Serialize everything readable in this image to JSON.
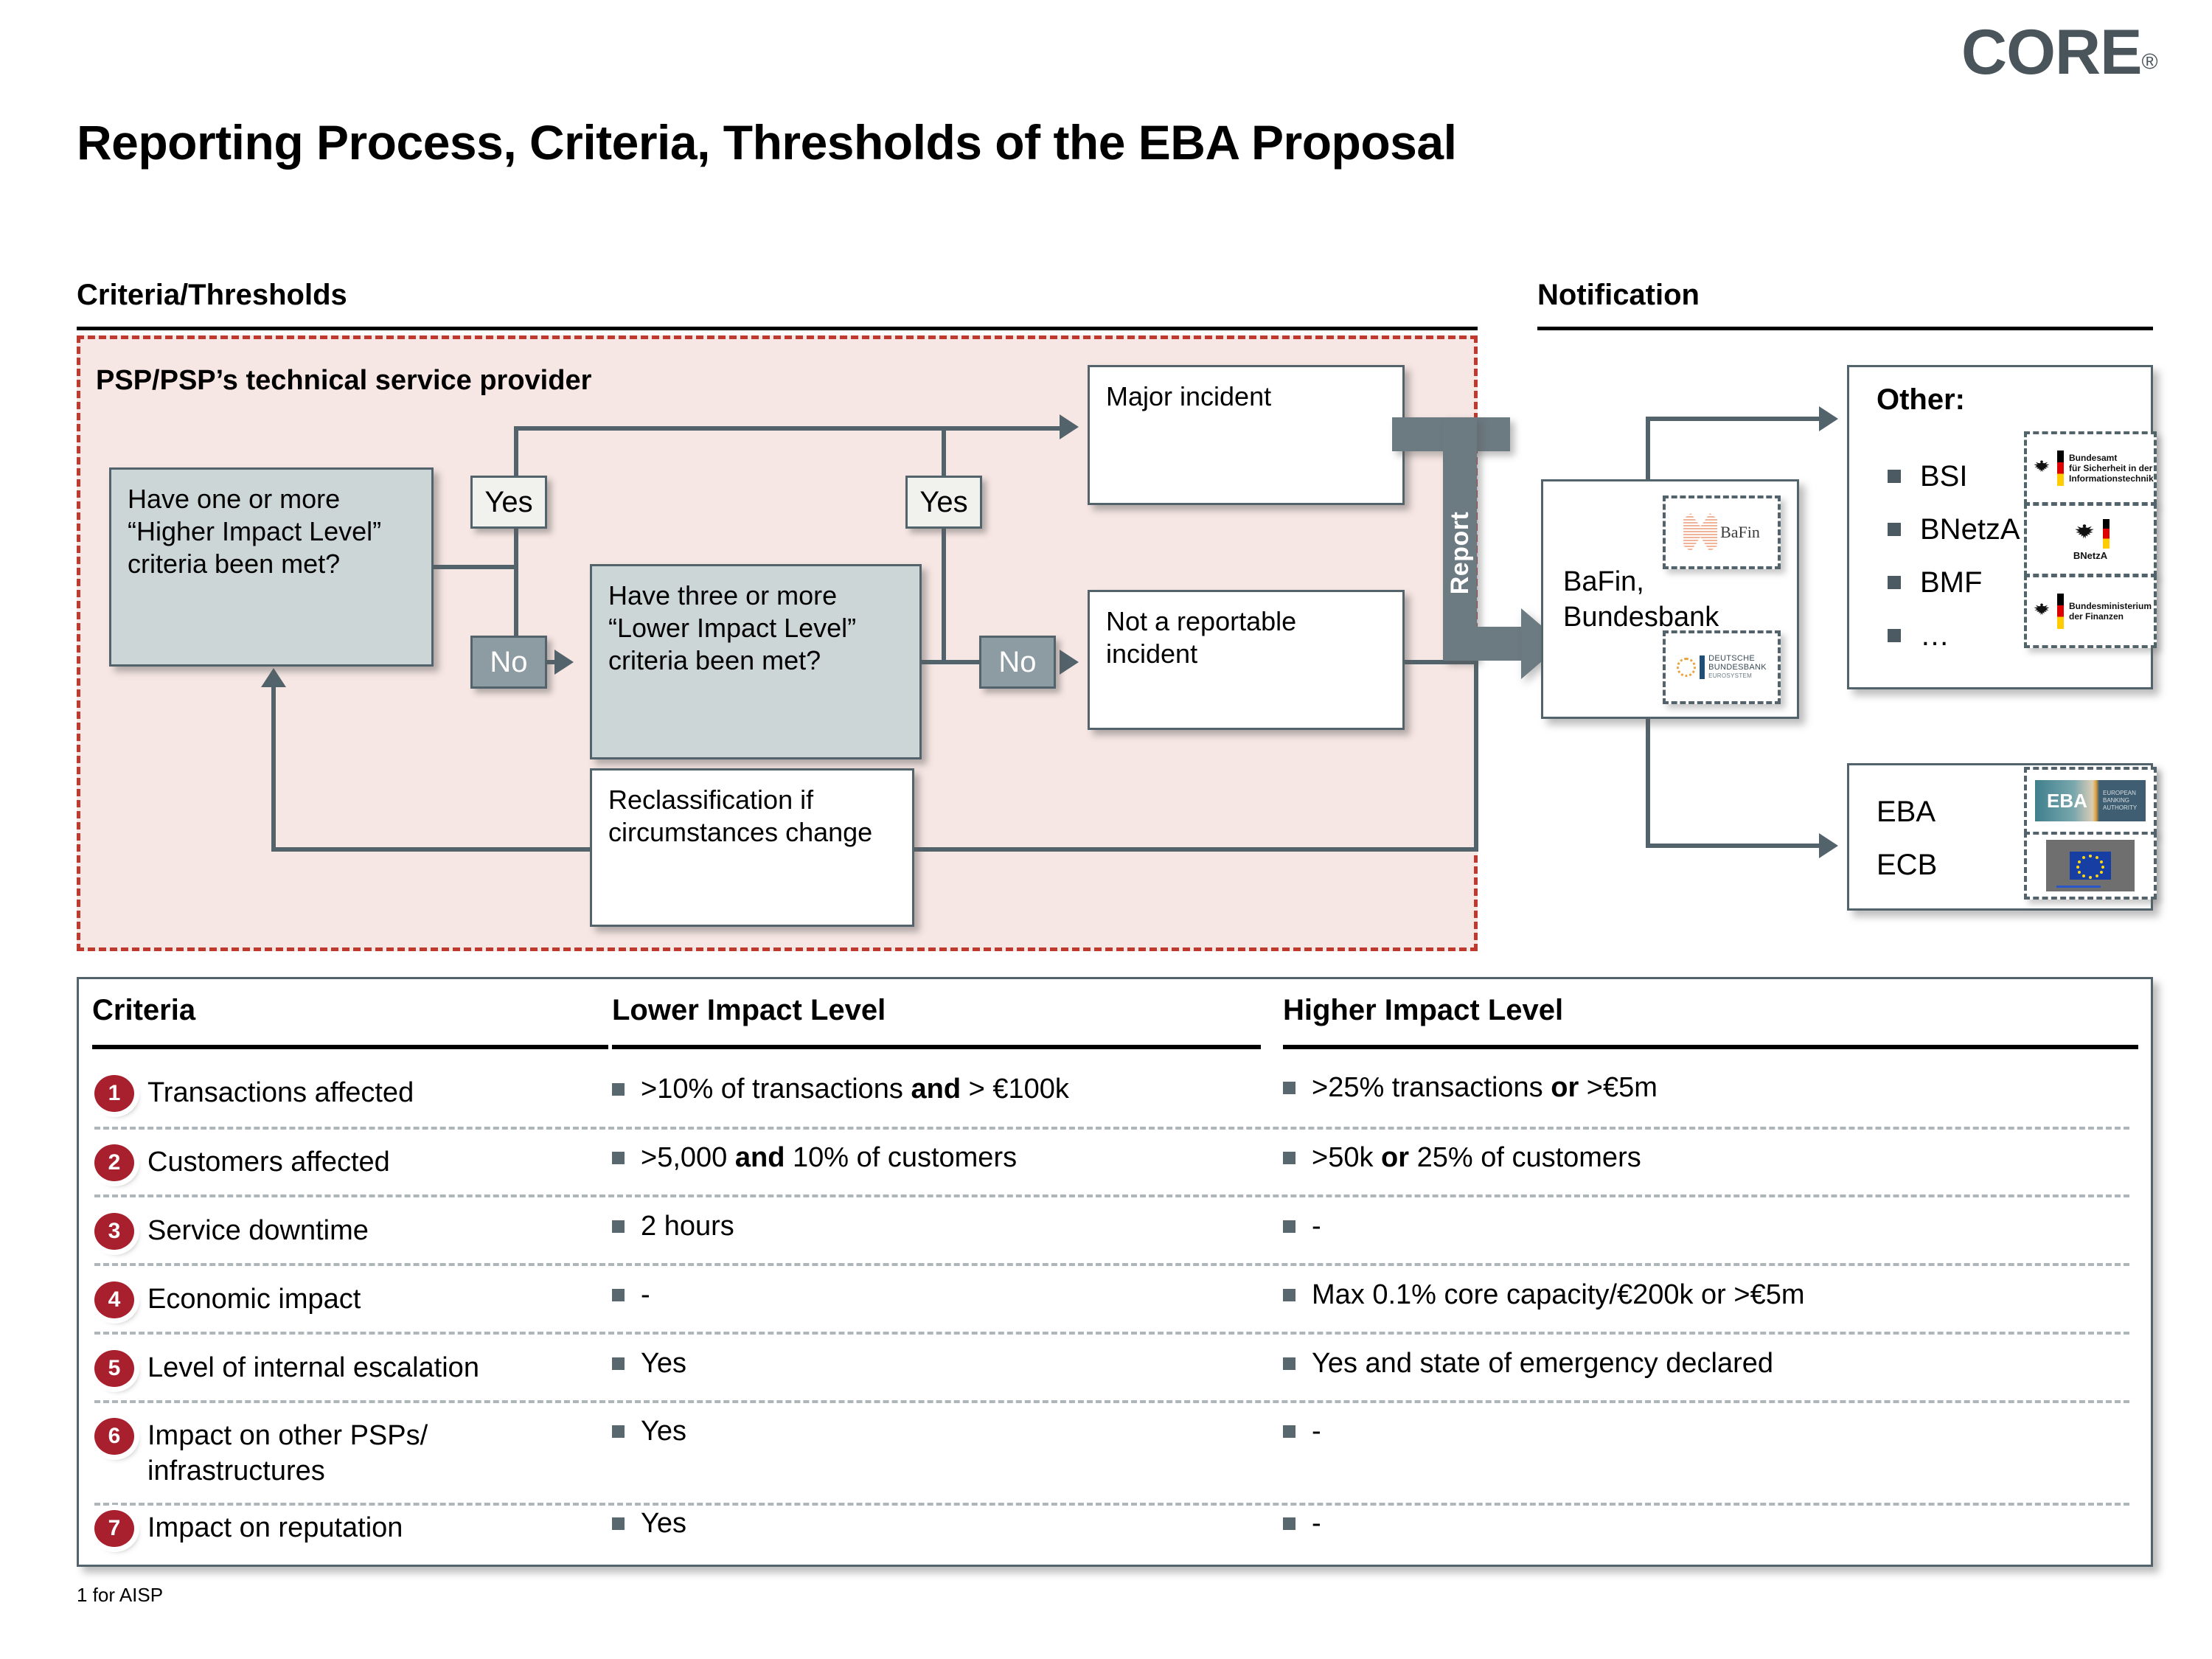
{
  "logo": {
    "word": "CORE",
    "registered": "®",
    "color": "#4a555b"
  },
  "title": "Reporting Process, Criteria, Thresholds of the EBA Proposal",
  "sections": {
    "criteria_header": "Criteria/Thresholds",
    "notification_header": "Notification"
  },
  "flow": {
    "panel_title": "PSP/PSP’s technical service provider",
    "panel_border_color": "#c0392f",
    "panel_fill_color": "#f7e7e4",
    "box_higher": "Have one or more “Higher Impact Level” criteria been met?",
    "box_lower": "Have three or more “Lower Impact Level” criteria been met?",
    "box_major": "Major incident",
    "box_not_reportable": "Not a reportable incident",
    "box_reclass": "Reclassification if circumstances change",
    "yes_1": "Yes",
    "yes_2": "Yes",
    "no_1": "No",
    "no_2": "No",
    "report_label": "Report"
  },
  "notification": {
    "bafin_box": "BaFin, Bundesbank",
    "other_title": "Other:",
    "other_items": [
      "BSI",
      "BNetzA",
      "BMF",
      "…"
    ],
    "eba_lines": [
      "EBA",
      "ECB"
    ],
    "logos": {
      "bafin": "BaFin",
      "bundesbank": {
        "l1": "DEUTSCHE",
        "l2": "BUNDESBANK",
        "l3": "EUROSYSTEM"
      },
      "bsi": {
        "l1": "Bundesamt",
        "l2": "für Sicherheit in der",
        "l3": "Informationstechnik"
      },
      "bnetza": "BNetzA",
      "bmf": {
        "l1": "Bundesministerium",
        "l2": "der Finanzen"
      },
      "eba": {
        "mark": "EBA",
        "l1": "EUROPEAN",
        "l2": "BANKING",
        "l3": "AUTHORITY"
      }
    }
  },
  "table": {
    "headers": [
      "Criteria",
      "Lower Impact Level",
      "Higher Impact Level"
    ],
    "rows": [
      {
        "n": "1",
        "criteria": "Transactions affected",
        "lower_pre": ">10% of transactions ",
        "lower_bold": "and",
        "lower_post": " > €100k",
        "higher_pre": ">25% transactions ",
        "higher_bold": "or",
        "higher_post": " >€5m"
      },
      {
        "n": "2",
        "criteria": "Customers affected",
        "lower_pre": ">5,000 ",
        "lower_bold": "and",
        "lower_post": " 10% of customers",
        "higher_pre": ">50k ",
        "higher_bold": "or",
        "higher_post": " 25% of customers"
      },
      {
        "n": "3",
        "criteria": "Service downtime",
        "lower_pre": "2 hours",
        "lower_bold": "",
        "lower_post": "",
        "higher_pre": "-",
        "higher_bold": "",
        "higher_post": ""
      },
      {
        "n": "4",
        "criteria": "Economic impact",
        "lower_pre": "-",
        "lower_bold": "",
        "lower_post": "",
        "higher_pre": "Max 0.1% core capacity/€200k or >€5m",
        "higher_bold": "",
        "higher_post": ""
      },
      {
        "n": "5",
        "criteria": "Level of internal escalation",
        "lower_pre": "Yes",
        "lower_bold": "",
        "lower_post": "",
        "higher_pre": "Yes and state of emergency declared",
        "higher_bold": "",
        "higher_post": ""
      },
      {
        "n": "6",
        "criteria": "Impact on other PSPs/ infrastructures",
        "lower_pre": "Yes",
        "lower_bold": "",
        "lower_post": "",
        "higher_pre": "-",
        "higher_bold": "",
        "higher_post": ""
      },
      {
        "n": "7",
        "criteria": "Impact on reputation",
        "lower_pre": "Yes",
        "lower_bold": "",
        "lower_post": "",
        "higher_pre": "-",
        "higher_bold": "",
        "higher_post": ""
      }
    ]
  },
  "footnote": "1 for AISP"
}
